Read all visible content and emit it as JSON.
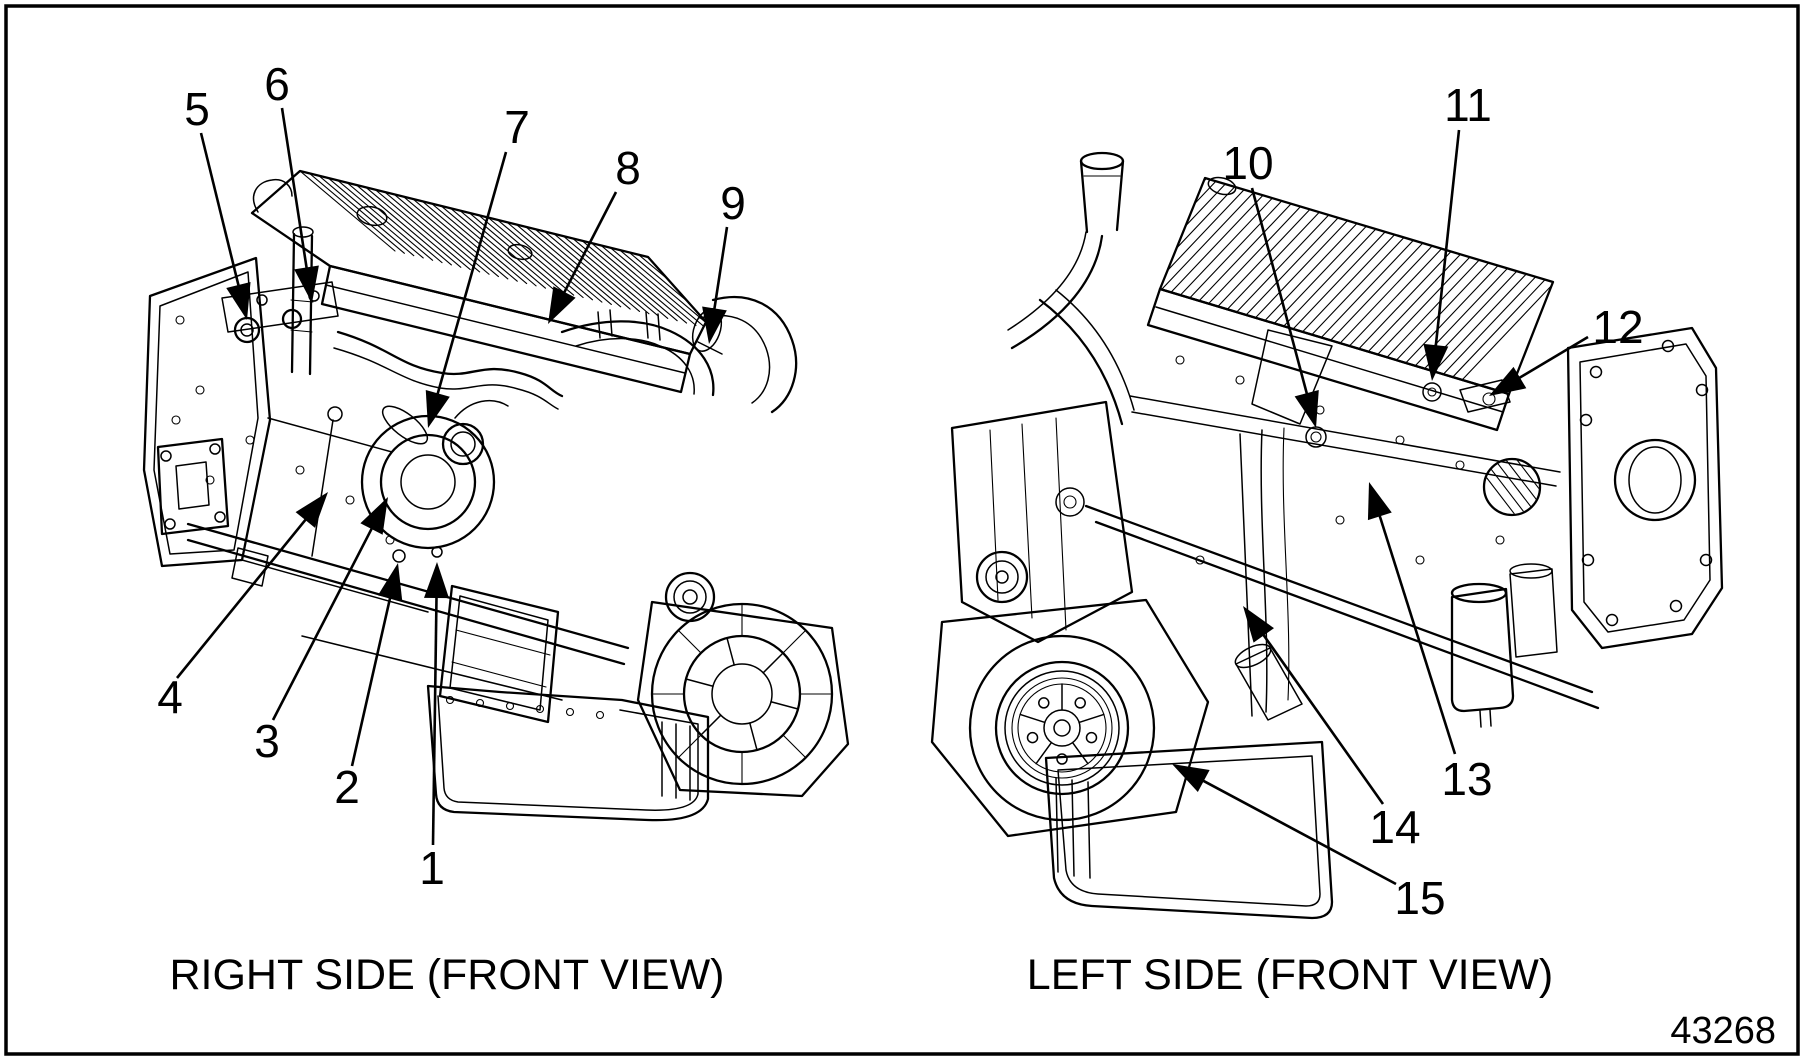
{
  "figure_number": "43268",
  "views": [
    {
      "id": "right-side",
      "caption": "RIGHT SIDE (FRONT VIEW)",
      "callouts": [
        "1",
        "2",
        "3",
        "4",
        "5",
        "6",
        "7",
        "8",
        "9"
      ]
    },
    {
      "id": "left-side",
      "caption": "LEFT SIDE (FRONT VIEW)",
      "callouts": [
        "10",
        "11",
        "12",
        "13",
        "14",
        "15"
      ]
    }
  ],
  "colors": {
    "ink": "#000000",
    "paper": "#ffffff"
  }
}
